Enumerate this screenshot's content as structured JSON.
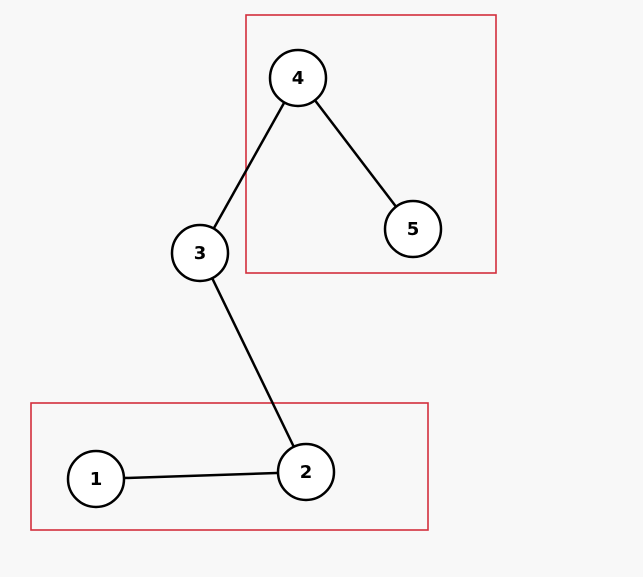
{
  "graph": {
    "nodes": [
      {
        "id": "1",
        "label": "1"
      },
      {
        "id": "2",
        "label": "2"
      },
      {
        "id": "3",
        "label": "3"
      },
      {
        "id": "4",
        "label": "4"
      },
      {
        "id": "5",
        "label": "5"
      }
    ],
    "edges": [
      {
        "from": "1",
        "to": "2"
      },
      {
        "from": "2",
        "to": "3"
      },
      {
        "from": "3",
        "to": "4"
      },
      {
        "from": "4",
        "to": "5"
      }
    ],
    "groups": [
      {
        "members": [
          "4",
          "5"
        ]
      },
      {
        "members": [
          "1",
          "2"
        ]
      }
    ]
  },
  "colors": {
    "background": "#f8f8f8",
    "node_fill": "#ffffff",
    "node_stroke": "#000000",
    "edge": "#000000",
    "group_box": "#d32f3c"
  }
}
